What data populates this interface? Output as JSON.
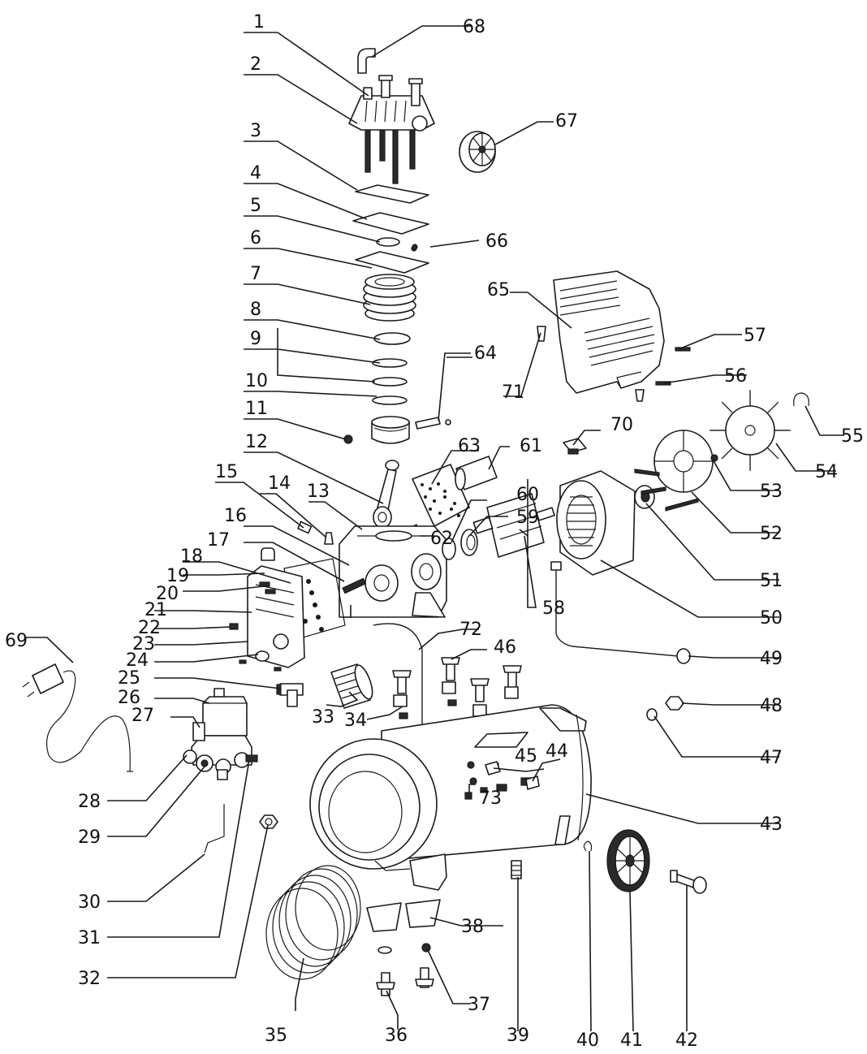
{
  "diagram": {
    "colors": {
      "ink": "#1a1a1a",
      "background": "#ffffff"
    },
    "callouts": [
      {
        "id": "1",
        "label": "1"
      },
      {
        "id": "2",
        "label": "2"
      },
      {
        "id": "3",
        "label": "3"
      },
      {
        "id": "4",
        "label": "4"
      },
      {
        "id": "5",
        "label": "5"
      },
      {
        "id": "6",
        "label": "6"
      },
      {
        "id": "7",
        "label": "7"
      },
      {
        "id": "8",
        "label": "8"
      },
      {
        "id": "9",
        "label": "9"
      },
      {
        "id": "10",
        "label": "10"
      },
      {
        "id": "11",
        "label": "11"
      },
      {
        "id": "12",
        "label": "12"
      },
      {
        "id": "13",
        "label": "13"
      },
      {
        "id": "14",
        "label": "14"
      },
      {
        "id": "15",
        "label": "15"
      },
      {
        "id": "16",
        "label": "16"
      },
      {
        "id": "17",
        "label": "17"
      },
      {
        "id": "18",
        "label": "18"
      },
      {
        "id": "19",
        "label": "19"
      },
      {
        "id": "20",
        "label": "20"
      },
      {
        "id": "21",
        "label": "21"
      },
      {
        "id": "22",
        "label": "22"
      },
      {
        "id": "23",
        "label": "23"
      },
      {
        "id": "24",
        "label": "24"
      },
      {
        "id": "25",
        "label": "25"
      },
      {
        "id": "26",
        "label": "26"
      },
      {
        "id": "27",
        "label": "27"
      },
      {
        "id": "28",
        "label": "28"
      },
      {
        "id": "29",
        "label": "29"
      },
      {
        "id": "30",
        "label": "30"
      },
      {
        "id": "31",
        "label": "31"
      },
      {
        "id": "32",
        "label": "32"
      },
      {
        "id": "33",
        "label": "33"
      },
      {
        "id": "34",
        "label": "34"
      },
      {
        "id": "35",
        "label": "35"
      },
      {
        "id": "36",
        "label": "36"
      },
      {
        "id": "37",
        "label": "37"
      },
      {
        "id": "38",
        "label": "38"
      },
      {
        "id": "39",
        "label": "39"
      },
      {
        "id": "40",
        "label": "40"
      },
      {
        "id": "41",
        "label": "41"
      },
      {
        "id": "42",
        "label": "42"
      },
      {
        "id": "43",
        "label": "43"
      },
      {
        "id": "44",
        "label": "44"
      },
      {
        "id": "45",
        "label": "45"
      },
      {
        "id": "46",
        "label": "46"
      },
      {
        "id": "47",
        "label": "47"
      },
      {
        "id": "48",
        "label": "48"
      },
      {
        "id": "49",
        "label": "49"
      },
      {
        "id": "50",
        "label": "50"
      },
      {
        "id": "51",
        "label": "51"
      },
      {
        "id": "52",
        "label": "52"
      },
      {
        "id": "53",
        "label": "53"
      },
      {
        "id": "54",
        "label": "54"
      },
      {
        "id": "55",
        "label": "55"
      },
      {
        "id": "56",
        "label": "56"
      },
      {
        "id": "57",
        "label": "57"
      },
      {
        "id": "58",
        "label": "58"
      },
      {
        "id": "59",
        "label": "59"
      },
      {
        "id": "60",
        "label": "60"
      },
      {
        "id": "61",
        "label": "61"
      },
      {
        "id": "62",
        "label": "62"
      },
      {
        "id": "63",
        "label": "63"
      },
      {
        "id": "64",
        "label": "64"
      },
      {
        "id": "65",
        "label": "65"
      },
      {
        "id": "66",
        "label": "66"
      },
      {
        "id": "67",
        "label": "67"
      },
      {
        "id": "68",
        "label": "68"
      },
      {
        "id": "69",
        "label": "69"
      },
      {
        "id": "70",
        "label": "70"
      },
      {
        "id": "71",
        "label": "71"
      },
      {
        "id": "72",
        "label": "72"
      },
      {
        "id": "73",
        "label": "73"
      }
    ]
  }
}
